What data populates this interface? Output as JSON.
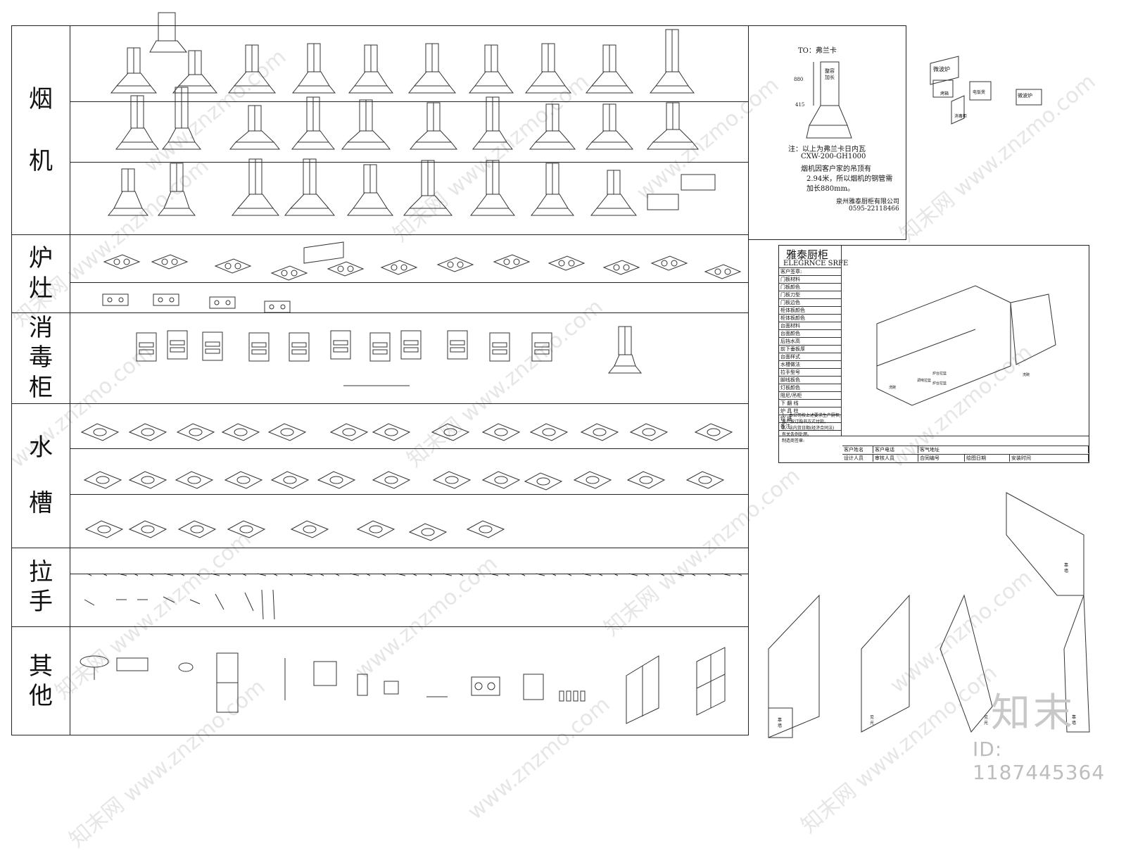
{
  "categories": [
    {
      "id": "hood",
      "chars": [
        "烟",
        "机"
      ]
    },
    {
      "id": "stove",
      "chars": [
        "炉",
        "灶"
      ]
    },
    {
      "id": "sterilizer",
      "chars": [
        "消",
        "毒",
        "柜"
      ]
    },
    {
      "id": "sink",
      "chars": [
        "水",
        "槽"
      ]
    },
    {
      "id": "handle",
      "chars": [
        "拉",
        "手"
      ]
    },
    {
      "id": "other",
      "chars": [
        "其",
        "他"
      ]
    }
  ],
  "note": {
    "to": "TO：弗兰卡",
    "label_top": "整容\n加长",
    "dim_880": "880",
    "dim_415": "415",
    "note_lines": [
      "注：以上为弗兰卡日内瓦",
      "CXW-200-GH1000",
      "烟机因客户家的吊顶有",
      "2.94米，所以烟机的钢管需",
      "加长880mm。"
    ],
    "company": "泉州雅泰厨柜有限公司",
    "phone": "0595-22118466"
  },
  "appliance_tags": [
    "微波炉",
    "烤箱",
    "电饭煲",
    "消毒柜",
    "微波炉"
  ],
  "sheet": {
    "title": "雅泰厨柜",
    "subtitle": "ELEGRNCE SRFE",
    "rows": [
      "客户签章:",
      "门板材料",
      "门板颜色",
      "门板刀型",
      "门板边色",
      "柜体板颜色",
      "柜体板颜色",
      "台面材料",
      "台面颜色",
      "后挡水高",
      "前下垂板厚",
      "台面样式",
      "水槽做法",
      "拉手型号",
      "脚线板色",
      "灯板颜色",
      "阻尼/吊柜",
      "下 翻 线",
      "炉 具 柱",
      "铰    链",
      "备注:"
    ],
    "notes": [
      "1、本公司按上述要求生产厨柜,",
      "客户按订购书方式付款。",
      "2、以内货日期(经济合同法)",
      "有关条例处理。",
      "制造商签章:"
    ],
    "footer": [
      [
        "客户姓名",
        "客户电话",
        "客气地址"
      ],
      [
        "设计人员",
        "审核人员",
        "合同编号",
        "绘图日期",
        "安装时间"
      ]
    ],
    "drawing_tags": [
      "炉台拉篮",
      "炉台拉篮",
      "调味拉篮",
      "洗碗",
      "洗碗"
    ]
  },
  "floor_tags": [
    "靠墙",
    "靠墙",
    "见光",
    "见光",
    "靠墙"
  ],
  "watermark": {
    "site": "znzmo.com",
    "brand_cn": "知末网",
    "www": "www.znzmo.com"
  },
  "logo": "知末",
  "id_text": "ID: 1187445364"
}
